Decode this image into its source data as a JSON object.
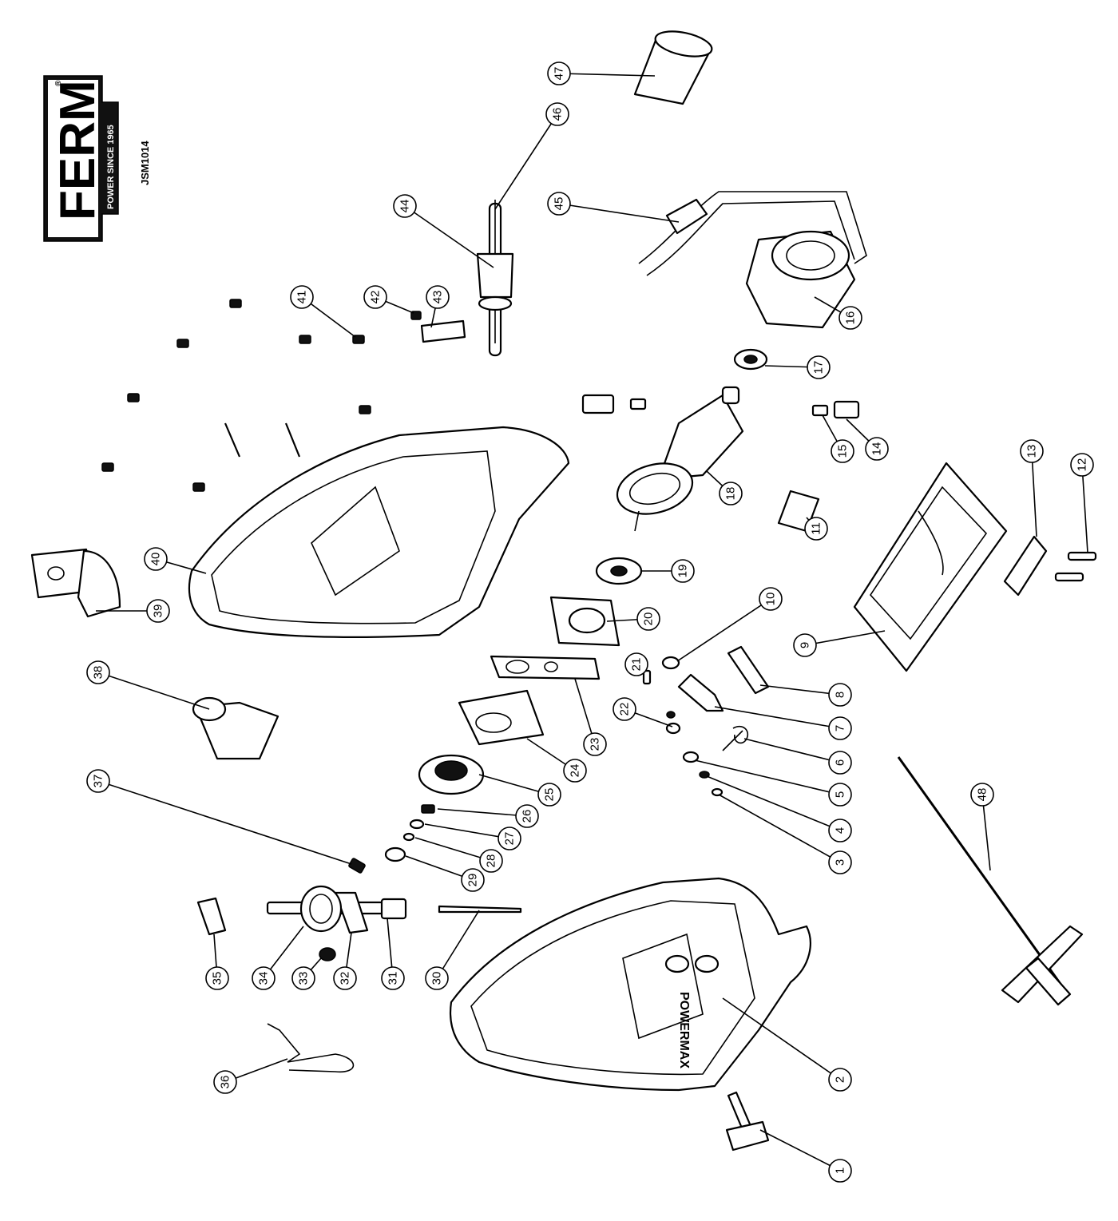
{
  "brand": {
    "logo_text": "FERM",
    "registered_mark": "®",
    "tagline": "POWER SINCE 1965",
    "model": "JSM1014"
  },
  "housing_brand_text": "POWERMAX",
  "callouts": [
    {
      "id": 1,
      "label": "1",
      "part": "locking-lever"
    },
    {
      "id": 2,
      "label": "2",
      "part": "right-housing"
    },
    {
      "id": 3,
      "label": "3",
      "part": "washer"
    },
    {
      "id": 4,
      "label": "4",
      "part": "washer"
    },
    {
      "id": 5,
      "label": "5",
      "part": "washer"
    },
    {
      "id": 6,
      "label": "6",
      "part": "spring"
    },
    {
      "id": 7,
      "label": "7",
      "part": "roller-support"
    },
    {
      "id": 8,
      "label": "8",
      "part": "pin"
    },
    {
      "id": 9,
      "label": "9",
      "part": "base-plate"
    },
    {
      "id": 10,
      "label": "10",
      "part": "washer"
    },
    {
      "id": 11,
      "label": "11",
      "part": "plate"
    },
    {
      "id": 12,
      "label": "12",
      "part": "screw"
    },
    {
      "id": 13,
      "label": "13",
      "part": "clamp-plate"
    },
    {
      "id": 14,
      "label": "14",
      "part": "brush-holder"
    },
    {
      "id": 15,
      "label": "15",
      "part": "carbon-brush"
    },
    {
      "id": 16,
      "label": "16",
      "part": "stator"
    },
    {
      "id": 17,
      "label": "17",
      "part": "bearing"
    },
    {
      "id": 18,
      "label": "18",
      "part": "armature"
    },
    {
      "id": 19,
      "label": "19",
      "part": "bearing"
    },
    {
      "id": 20,
      "label": "20",
      "part": "gear-box"
    },
    {
      "id": 21,
      "label": "21",
      "part": "spring"
    },
    {
      "id": 22,
      "label": "22",
      "part": "washer"
    },
    {
      "id": 23,
      "label": "23",
      "part": "plate"
    },
    {
      "id": 24,
      "label": "24",
      "part": "balance-plate"
    },
    {
      "id": 25,
      "label": "25",
      "part": "gear"
    },
    {
      "id": 26,
      "label": "26",
      "part": "pin"
    },
    {
      "id": 27,
      "label": "27",
      "part": "washer"
    },
    {
      "id": 28,
      "label": "28",
      "part": "washer"
    },
    {
      "id": 29,
      "label": "29",
      "part": "bearing"
    },
    {
      "id": 30,
      "label": "30",
      "part": "saw-blade"
    },
    {
      "id": 31,
      "label": "31",
      "part": "plunger"
    },
    {
      "id": 32,
      "label": "32",
      "part": "blade-holder"
    },
    {
      "id": 33,
      "label": "33",
      "part": "screw"
    },
    {
      "id": 34,
      "label": "34",
      "part": "slider"
    },
    {
      "id": 35,
      "label": "35",
      "part": "capacitor"
    },
    {
      "id": 36,
      "label": "36",
      "part": "blade-guard"
    },
    {
      "id": 37,
      "label": "37",
      "part": "screw"
    },
    {
      "id": 38,
      "label": "38",
      "part": "bracket"
    },
    {
      "id": 39,
      "label": "39",
      "part": "switch"
    },
    {
      "id": 40,
      "label": "40",
      "part": "left-housing"
    },
    {
      "id": 41,
      "label": "41",
      "part": "screw"
    },
    {
      "id": 42,
      "label": "42",
      "part": "screw"
    },
    {
      "id": 43,
      "label": "43",
      "part": "cable-clamp"
    },
    {
      "id": 44,
      "label": "44",
      "part": "cable-sleeve"
    },
    {
      "id": 45,
      "label": "45",
      "part": "wire-set"
    },
    {
      "id": 46,
      "label": "46",
      "part": "power-cord"
    },
    {
      "id": 47,
      "label": "47",
      "part": "dust-adapter"
    },
    {
      "id": 48,
      "label": "48",
      "part": "parallel-guide"
    }
  ]
}
